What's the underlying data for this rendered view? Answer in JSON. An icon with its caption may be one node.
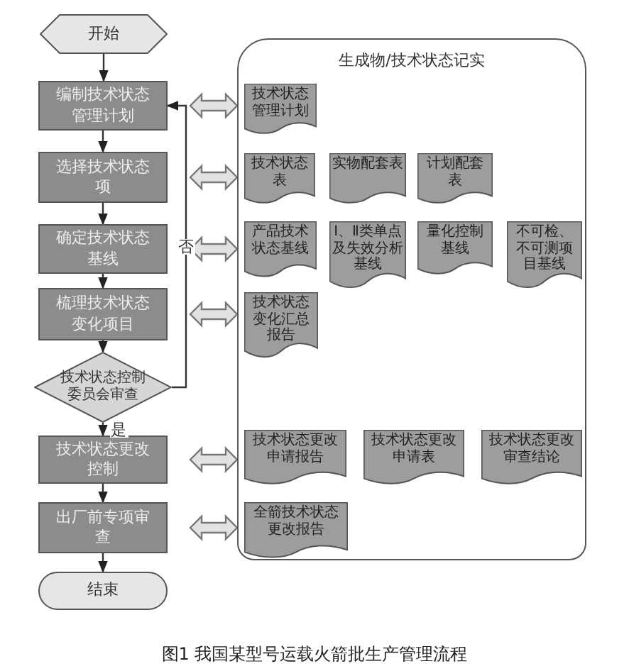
{
  "diagram": {
    "caption": "图1 我国某型号运载火箭批生产管理流程",
    "nodes": [
      {
        "text": [
          "开始"
        ]
      },
      {
        "text": [
          "编制技术状态管理计划"
        ]
      },
      {
        "text": [
          "选择技术状态项"
        ]
      },
      {
        "text": [
          "确定技术状态基线"
        ]
      },
      {
        "text": [
          "梳理技术状态变化项目"
        ]
      },
      {
        "text": [
          "技术状态控制委员会审查"
        ]
      },
      {
        "text": [
          "技术状态更改控制"
        ]
      },
      {
        "text": [
          "出厂前专项审查"
        ]
      },
      {
        "text": [
          "结束"
        ]
      },
      {
        "text": [
          "生成物/技术状态记实"
        ]
      },
      {
        "text": [
          "技术状态管理计划"
        ],
        "in": 9
      },
      {
        "text": [
          "技术状态表"
        ],
        "in": 9
      },
      {
        "text": [
          "实物配套表"
        ],
        "in": 9
      },
      {
        "text": [
          "计划配套表"
        ],
        "in": 9
      },
      {
        "text": [
          "产品技术状态基线"
        ],
        "in": 9
      },
      {
        "text": [
          "Ⅰ、Ⅱ类单点及失效分析基线"
        ],
        "in": 9
      },
      {
        "text": [
          "量化控制基线"
        ],
        "in": 9
      },
      {
        "text": [
          "不可检、不可测项目基线"
        ],
        "in": 9
      },
      {
        "text": [
          "技术状态变化汇总报告"
        ],
        "in": 9
      },
      {
        "text": [
          "技术状态更改申请报告"
        ],
        "in": 9
      },
      {
        "text": [
          "技术状态更改申请表"
        ],
        "in": 9
      },
      {
        "text": [
          "技术状态更改审查结论"
        ],
        "in": 9
      },
      {
        "text": [
          "全箭技术状态更改报告"
        ],
        "in": 9
      }
    ],
    "edges": [
      {
        "from": 0,
        "to": 1,
        "arrow": "to"
      },
      {
        "from": 1,
        "to": 2,
        "arrow": "to"
      },
      {
        "from": 2,
        "to": 3,
        "arrow": "to"
      },
      {
        "from": 3,
        "to": 4,
        "arrow": "to"
      },
      {
        "from": 4,
        "to": 5,
        "arrow": "to"
      },
      {
        "from": 5,
        "to": 6,
        "arrow": "to",
        "label": "是"
      },
      {
        "from": 5,
        "to": 1,
        "arrow": "to",
        "label": "否"
      },
      {
        "from": 6,
        "to": 7,
        "arrow": "to"
      },
      {
        "from": 7,
        "to": 8,
        "arrow": "to"
      },
      {
        "from": 1,
        "to": 9,
        "arrow": "both",
        "style": "thick"
      },
      {
        "from": 2,
        "to": 9,
        "arrow": "both",
        "style": "thick"
      },
      {
        "from": 3,
        "to": 9,
        "arrow": "both",
        "style": "thick"
      },
      {
        "from": 4,
        "to": 9,
        "arrow": "both",
        "style": "thick"
      },
      {
        "from": 6,
        "to": 9,
        "arrow": "both",
        "style": "thick"
      },
      {
        "from": 7,
        "to": 9,
        "arrow": "both",
        "style": "thick"
      }
    ]
  }
}
